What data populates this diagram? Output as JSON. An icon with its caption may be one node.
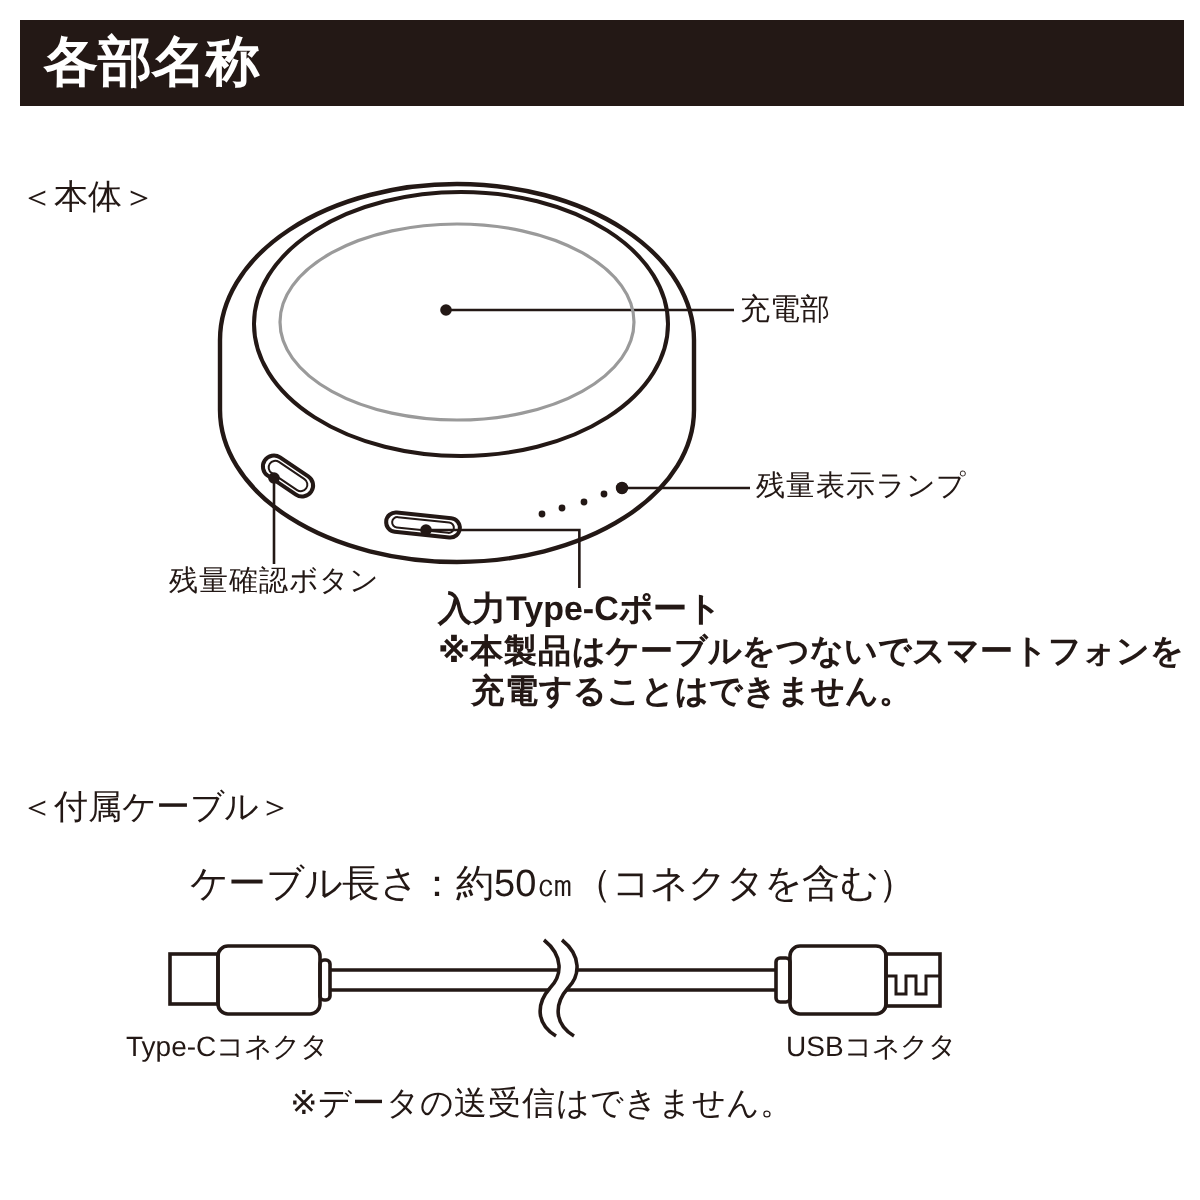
{
  "diagram": {
    "title": "各部名称",
    "nodes": [
      {
        "text": [
          "充電部"
        ]
      },
      {
        "text": [],
        "shape": "circle"
      },
      {
        "text": [
          "残量表示ランプ"
        ]
      },
      {
        "text": [],
        "shape": "circle"
      },
      {
        "text": [
          "残量確認ボタン"
        ]
      },
      {
        "text": [],
        "shape": "box"
      },
      {
        "text": [
          "入力Type-Cポート"
        ]
      },
      {
        "text": [],
        "shape": "box"
      }
    ],
    "edges": [
      {
        "from": 0,
        "to": 1,
        "arrow": "other"
      },
      {
        "from": 2,
        "to": 3,
        "arrow": "other"
      },
      {
        "from": 4,
        "to": 5,
        "arrow": "other"
      },
      {
        "from": 6,
        "to": 7,
        "arrow": "other"
      }
    ],
    "labels": [
      "＜本体＞",
      "※本製品はケーブルをつないでスマートフォンを充電することはできません。",
      "＜付属ケーブル＞",
      "ケーブル長さ：約50㎝（コネクタを含む）",
      "Type-Cコネクタ",
      "USBコネクタ",
      "※データの送受信はできません。"
    ]
  }
}
